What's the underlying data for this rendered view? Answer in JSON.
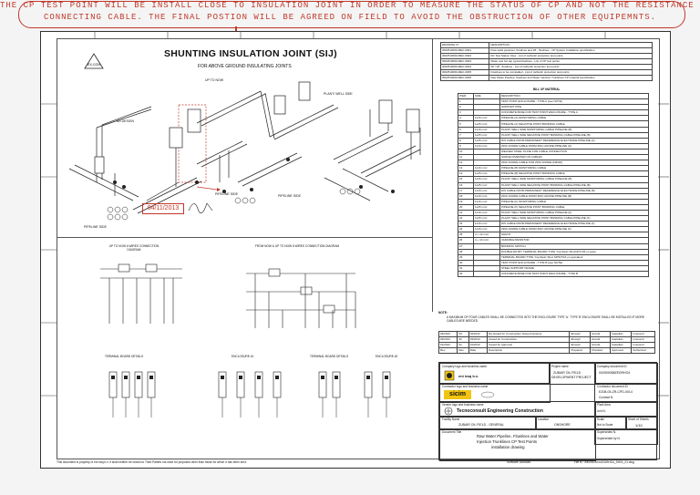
{
  "note": {
    "line1": "THE CP TEST POINT WILL BE INSTALL CLOSE TO INSULATION JOINT IN ORDER TO MEASURE THE STATUS OF CP AND NOT THE RESISTANCE OF",
    "line2": "CONNECTING CABLE. THE FINAL POSTION WILL BE AGREED ON FIELD TO AVOID THE OBSTRUCTION OF OTHER EQUIPEMNTS."
  },
  "drawing": {
    "title": "SHUNTING INSULATION JOINT (SIJ)",
    "subtitle": "FOR ABOVE GROUND INSULATING JOINTS",
    "date_stamp": "04/11/2013",
    "labels": {
      "pipeline_side_1": "PIPELINE SIDE",
      "pipeline_side_2": "PIPELINE SIDE",
      "pipeline_side_3": "PIPELINE SIDE",
      "plant_well_side": "PLANT/ WELL SIDE",
      "up_to_now": "UP TO NOW",
      "as_design": "AS DESIGN",
      "diagram_left": "UP TO NOW 6 WIRES CONNECTION DIAGRAM",
      "diagram_right": "FROM NOW & UP TO NOW 8 WIRES CONNECTION DIAGRAM",
      "terminal_board_left": "TERMINAL BOARD DETAILS",
      "enclosure_1": "ENCLOSURE #1",
      "terminal_board_right": "TERMINAL BOARD DETAILS",
      "enclosure_2": "ENCLOSURE #2",
      "note_label": "NOTE:",
      "note_text": "A MAXIMUM OF FOUR CABLES SHALL BE CONNECTED INTO THE ENCLOSURE TYPE 'A'. TYPE 'B' ENCLOSURE SHALL BE INSTALLED IF MORE CABLES ARE NEEDED."
    }
  },
  "bom": {
    "header": "BILL OF MATERIAL",
    "columns": [
      "ITEM",
      "SIZE",
      "DESCRIPTION"
    ],
    "rows": [
      [
        "1",
        "",
        "TEST POINT ENCLOSURE - TYPE A (see NOTE)"
      ],
      [
        "2",
        "",
        "SUPPORT PIPE"
      ],
      [
        "3",
        "",
        "CONCRETE BASE FOR TEST POINT ENCLOSURE - TYPE A"
      ],
      [
        "4",
        "1x16 mm²",
        "PIPELINE (A) MONITORING CABLE"
      ],
      [
        "5",
        "1x25 mm²",
        "PIPELINE (A) NEGATIVE POINT BONDING CABLE"
      ],
      [
        "6",
        "1x16 mm²",
        "PLANT/ WELL SIDE MONITORING CABLE PIPELINE (B)"
      ],
      [
        "7",
        "1x25 mm²",
        "PLANT/ WELL SIDE NEGATIVE POINT BONDING CABLE PIPELINE (B)"
      ],
      [
        "8",
        "1x25 mm²",
        "DIS CABLE FROM PERMANENT REFERENCE ELECTRODE PIPELINE (A)"
      ],
      [
        "9",
        "1x16 mm²",
        "ZINC ANODE CABLE FROM ZINC ANODE PIPELINE (A)"
      ],
      [
        "10",
        "",
        "WELDED STEEL PLATE FOR CABLE CONNECTION"
      ],
      [
        "11",
        "",
        "SURGE DIVERTER ON CABLES"
      ],
      [
        "12",
        "",
        "ZINC ANODE CABLE FOR ZINC ANODE (FROM)"
      ],
      [
        "13",
        "1x16 mm²",
        "PIPELINE (B) MONITORING CABLE"
      ],
      [
        "14",
        "1x25 mm²",
        "PIPELINE (B) NEGATIVE POINT BONDING CABLE"
      ],
      [
        "15",
        "1x16 mm²",
        "PLANT/ WELL SIDE MONITORING CABLE PIPELINE (B)"
      ],
      [
        "16",
        "1x25 mm²",
        "PLANT/ WELL SIDE NEGATIVE POINT BONDING CABLE PIPELINE (B)"
      ],
      [
        "17",
        "1x16 mm²",
        "DIS CABLE FROM PERMANENT REFERENCE ELECTRODE PIPELINE (B)"
      ],
      [
        "18",
        "1x16 mm²",
        "ZINC ANODE CABLE FROM ZINC ANODE PIPELINE (B)"
      ],
      [
        "19",
        "1x16 mm²",
        "PIPELINE (F) MONITORING CABLE"
      ],
      [
        "20",
        "1x25 mm²",
        "PIPELINE (F) NEGATIVE POINT BONDING CABLE"
      ],
      [
        "21",
        "1x16 mm²",
        "PLANT/ WELL SIDE MONITORING CABLE PIPELINE (F)"
      ],
      [
        "22",
        "1x25 mm²",
        "PLANT/ WELL SIDE NEGATIVE POINT BONDING CABLE PIPELINE (F)"
      ],
      [
        "23",
        "1x16 mm²",
        "DIS CABLE FROM PERMANENT REFERENCE ELECTRODE PIPELINE (F)"
      ],
      [
        "24",
        "1x16 mm²",
        "ZINC ANODE CABLE FROM ZINC ANODE PIPELINE (F)"
      ],
      [
        "25",
        "4 + 10 mm²",
        "SHUNT"
      ],
      [
        "26",
        "4 + 10 mm²",
        "VARIABLE RESISTOR"
      ],
      [
        "27",
        "",
        "BONDING SWITCH"
      ],
      [
        "28",
        "",
        "DOUBLE ENTRY TERMINAL BOARD TYPE 'Combiplo' Mod.DFS 6/6 or equiv."
      ],
      [
        "29",
        "",
        "TERMINAL BOARD TYPE 'Combiplo' Mod. MPS/7/16 or equivalent"
      ],
      [
        "30",
        "",
        "TEST POINT ENCLOSURE - TYPE B (see NOTE)"
      ],
      [
        "31",
        "",
        "STEEL SUPPORT FRAME"
      ],
      [
        "32",
        "",
        "CONCRETE BASE FOR TEST POINT ENCLOSURE - TYPE B"
      ]
    ]
  },
  "references": {
    "header": [
      "DRAWING N°",
      "DESCRIPTION"
    ],
    "rows": [
      [
        "3002510000-MEC-0001",
        "Flow wells pipelines, flowlines and WI - flowlines - CP System installation specification"
      ],
      [
        "3002510000-MEC-0002",
        "DC Test Station Flow - List of cathodic protection test points"
      ],
      [
        "3002510000-MEC-0003",
        "Water and hot tap typical flowlines - List of CP test points"
      ],
      [
        "3002510000-MEC-0004",
        "WI / Wl - flowlines - List of cathodic protection test points"
      ],
      [
        "3002510000-MEC-0005",
        "Flowlines to be coinstalled - List of cathodic protection test points"
      ],
      [
        "3002510000-MEC-0006",
        "Raw Water Pipeline, flowlines and Water Injection Trunklines CP material specification"
      ]
    ]
  },
  "revisions": [
    [
      "04/2013",
      "03",
      "04/2013",
      "Re-Issued for Construction (Issued Version)",
      "Elmogh",
      "Accotti",
      "Castellan",
      "Innocenti"
    ],
    [
      "03/2013",
      "02",
      "03/2013",
      "Issued for Construction",
      "Elmogh",
      "Accotti",
      "Castellan",
      "Innocenti"
    ],
    [
      "01/2013",
      "01",
      "01/2013",
      "Issued for approval",
      "Elmogh",
      "Accotti",
      "Castellan",
      "Innocenti"
    ],
    [
      "Rev",
      "Rev",
      "Date",
      "Description",
      "Prepared",
      "Checked",
      "Approved",
      "Authorized"
    ]
  ],
  "title_block": {
    "company_label": "Company logo and business name",
    "company_name": "eni iraq b.v.",
    "project_label": "Project name",
    "project_line1": "ZUBAIR OIL FIELD",
    "project_line2": "DEVELOPMENT PROJECT",
    "contractor_label": "Contractor logo and business name",
    "contractor_name": "sicim",
    "engineering_label": "Vendor logo and business name",
    "engineering_name": "Tecnoconsult Engineering Construction",
    "company_doc_label": "Company document ID",
    "company_doc_id": "002500088ZEDRHO4",
    "contractor_doc_label": "Contractor document ID",
    "contractor_doc_id": "EZ08-05-ZR-CPD-0014",
    "facility_label": "Facility Name",
    "facility_value": "ZUBAIR OIL FIELD - GENERAL",
    "location_label": "Location",
    "location_value": "ONSHORE",
    "scale_label": "Scale",
    "scale_value": "Not to Scale",
    "sheet_label": "Sheet of Sheets",
    "sheet_value": "1/10",
    "doc_title_label": "Document Title",
    "doc_title_1": "Raw Water Pipeline, Flowlines and Water",
    "doc_title_2": "Injection Trunklines CP Test Points",
    "doc_title_3": "installation drawing",
    "supersedes": "Supersedes N.",
    "superseded_by": "Superseded by N.",
    "plant_area": "Plant Area",
    "contract_label": "Contract N.",
    "unit_label": "Unit N."
  },
  "footer": {
    "left": "This document is property of eni iraq b.v. It shall neither be shown to Third Parties not used for purposes other than those for which it has been sent.",
    "mid": "Software: Autocad",
    "right": "File N.: 3002510000ZEDRHO4_SH01_01.dwg"
  }
}
